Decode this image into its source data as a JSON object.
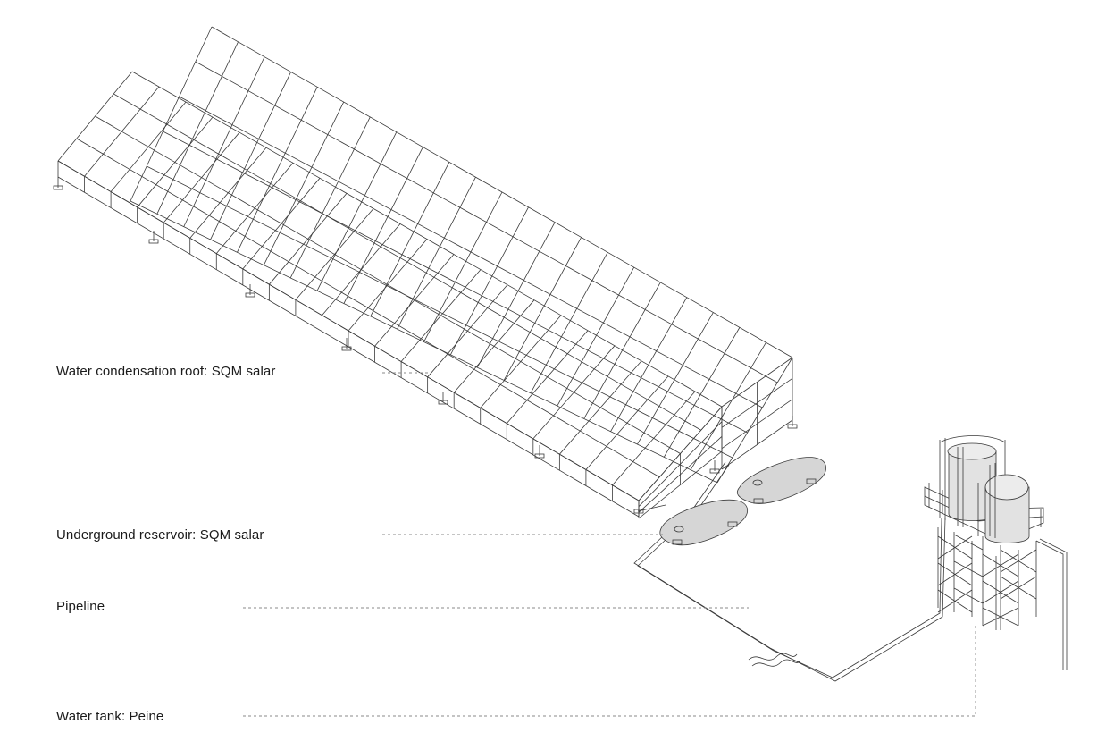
{
  "labels": {
    "roof": "Water condensation roof: SQM salar",
    "reservoir": "Underground reservoir: SQM salar",
    "pipeline": "Pipeline",
    "tank": "Water tank: Peine"
  },
  "colors": {
    "line": "#3a3a3a",
    "leader": "#888888",
    "reservoir_fill": "#d6d6d6",
    "tank_fill": "#e2e2e2",
    "text": "#1a1a1a"
  }
}
